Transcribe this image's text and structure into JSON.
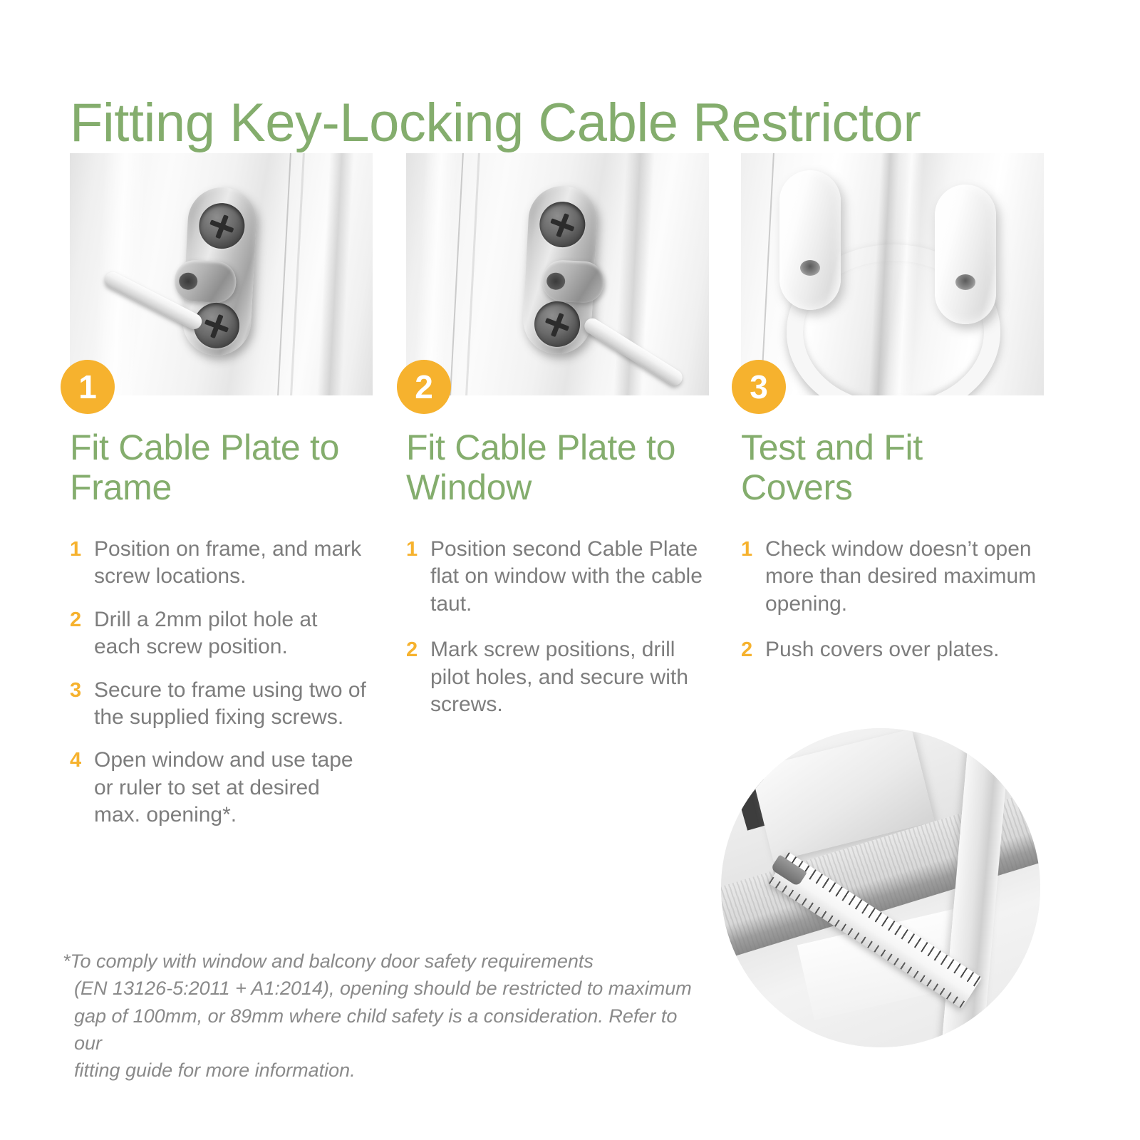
{
  "page": {
    "title": "Fitting Key-Locking Cable Restrictor",
    "brand_green": "#84ad6d",
    "accent_orange": "#f6b22e",
    "body_grey": "#7d7d7d"
  },
  "photos": [
    {
      "badge": "1",
      "alt": "Metal cable plate screwed to white window frame with cable attached"
    },
    {
      "badge": "2",
      "alt": "Second metal cable plate fitted to window with cable taut"
    },
    {
      "badge": "3",
      "alt": "Two white covers pushed over plates with white cable looped between"
    }
  ],
  "columns": [
    {
      "heading": "Fit Cable Plate to Frame",
      "steps": [
        {
          "num": "1",
          "text": "Position on frame, and mark screw locations."
        },
        {
          "num": "2",
          "text": "Drill a 2mm pilot hole at each screw position."
        },
        {
          "num": "3",
          "text": "Secure to frame using two of the supplied fixing screws."
        },
        {
          "num": "4",
          "text": "Open window and use tape or ruler to set at desired max. opening*."
        }
      ]
    },
    {
      "heading": "Fit Cable Plate to Window",
      "steps": [
        {
          "num": "1",
          "text": "Position second Cable Plate flat on window with the cable taut."
        },
        {
          "num": "2",
          "text": "Mark screw positions, drill pilot holes, and secure with screws."
        }
      ]
    },
    {
      "heading": "Test and Fit Covers",
      "steps": [
        {
          "num": "1",
          "text": "Check window doesn’t open more than desired maximum opening."
        },
        {
          "num": "2",
          "text": "Push covers over plates."
        }
      ]
    }
  ],
  "circle_photo": {
    "alt": "Tape measure spanning the gap of a partially open window"
  },
  "footnote": {
    "line1": "*To comply with window and balcony door safety requirements",
    "line2": "(EN 13126-5:2011 + A1:2014), opening should be restricted to maximum",
    "line3": "gap of 100mm, or 89mm where child safety is a consideration. Refer to our",
    "line4": "fitting guide for more information."
  }
}
